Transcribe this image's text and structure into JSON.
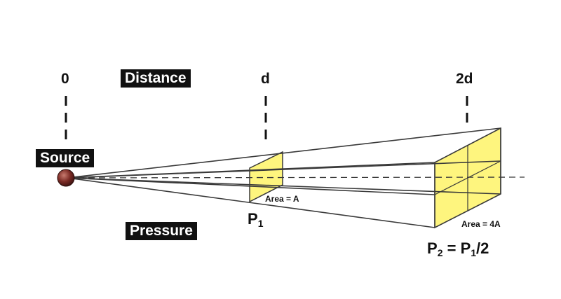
{
  "labels": {
    "distance": "Distance",
    "source": "Source",
    "pressure": "Pressure",
    "tick_zero": "0",
    "tick_d": "d",
    "tick_2d": "2d",
    "area_near": "Area = A",
    "area_far": "Area = 4A",
    "p1_letter": "P",
    "p1_sub": "1",
    "p2_letter": "P",
    "p2_sub": "2",
    "p2_equals": " = ",
    "p2_rhs_letter": "P",
    "p2_rhs_sub": "1",
    "p2_rhs_tail": "/2"
  },
  "colors": {
    "panel_fill": "#fef57e",
    "line": "#3a3a3a",
    "source_ball": "#7a2a24",
    "tag_bg": "#111111"
  }
}
